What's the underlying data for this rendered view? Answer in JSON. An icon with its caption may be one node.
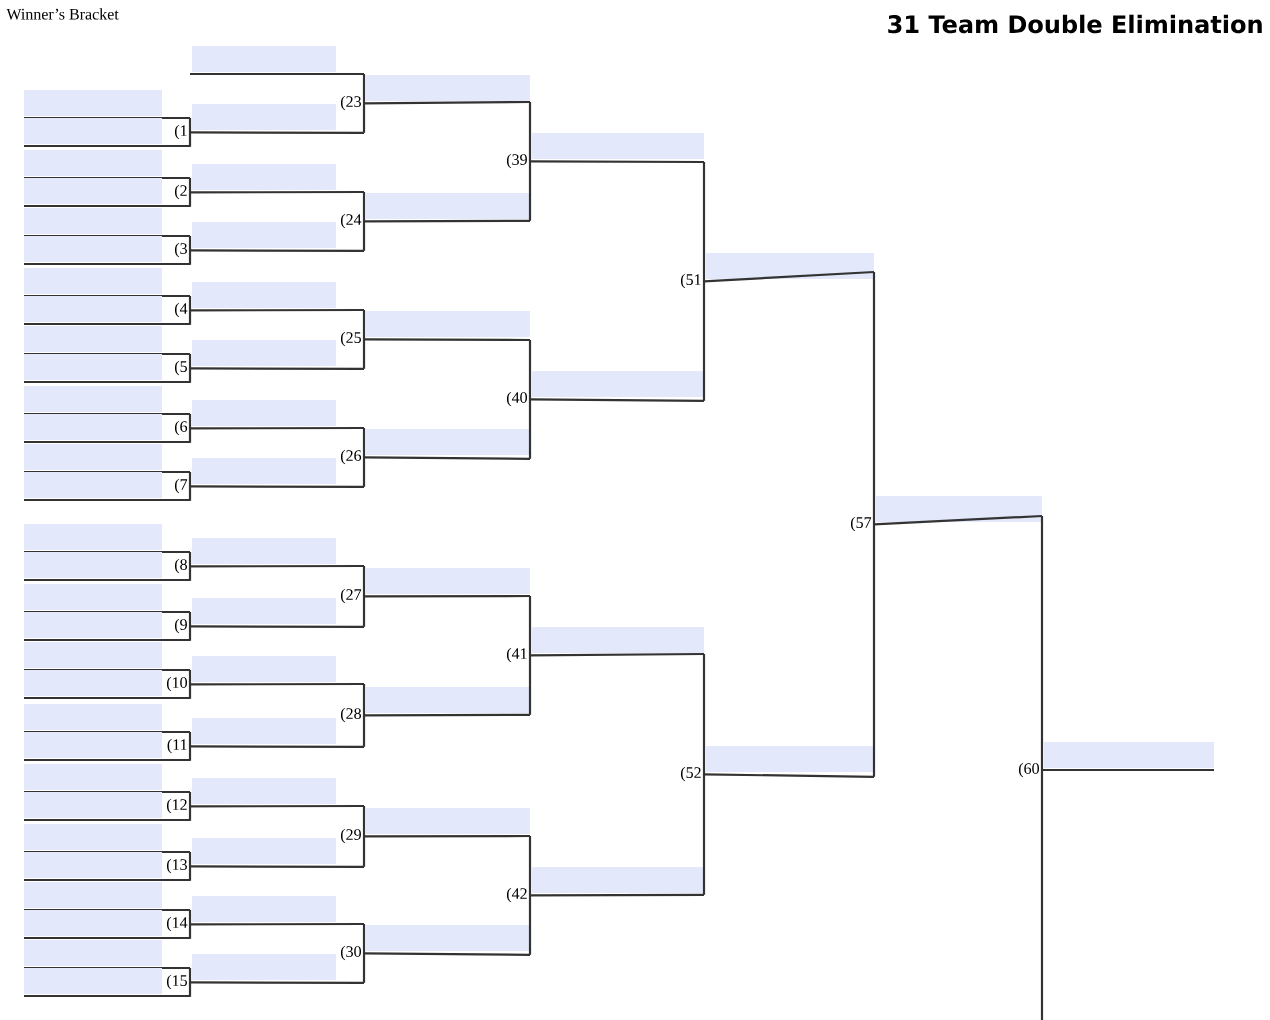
{
  "diagram": {
    "title": "31 Team Double Elimination",
    "nodes": [
      {
        "text": [
          "(1"
        ]
      },
      {
        "text": [
          "(2"
        ]
      },
      {
        "text": [
          "(3"
        ]
      },
      {
        "text": [
          "(4"
        ]
      },
      {
        "text": [
          "(5"
        ]
      },
      {
        "text": [
          "(6"
        ]
      },
      {
        "text": [
          "(7"
        ]
      },
      {
        "text": [
          "(8"
        ]
      },
      {
        "text": [
          "(9"
        ]
      },
      {
        "text": [
          "(10"
        ]
      },
      {
        "text": [
          "(11"
        ]
      },
      {
        "text": [
          "(12"
        ]
      },
      {
        "text": [
          "(13"
        ]
      },
      {
        "text": [
          "(14"
        ]
      },
      {
        "text": [
          "(15"
        ]
      },
      {
        "text": [
          "(23"
        ]
      },
      {
        "text": [
          "(24"
        ]
      },
      {
        "text": [
          "(25"
        ]
      },
      {
        "text": [
          "(26"
        ]
      },
      {
        "text": [
          "(27"
        ]
      },
      {
        "text": [
          "(28"
        ]
      },
      {
        "text": [
          "(29"
        ]
      },
      {
        "text": [
          "(30"
        ]
      },
      {
        "text": [
          "(39"
        ]
      },
      {
        "text": [
          "(40"
        ]
      },
      {
        "text": [
          "(41"
        ]
      },
      {
        "text": [
          "(42"
        ]
      },
      {
        "text": [
          "(51"
        ]
      },
      {
        "text": [
          "(52"
        ]
      },
      {
        "text": [
          "(57"
        ]
      },
      {
        "text": [
          "(60"
        ]
      }
    ],
    "edges": [
      {
        "from": 0,
        "to": 15,
        "arrow": "none"
      },
      {
        "from": 1,
        "to": 16,
        "arrow": "none"
      },
      {
        "from": 2,
        "to": 16,
        "arrow": "none"
      },
      {
        "from": 3,
        "to": 17,
        "arrow": "none"
      },
      {
        "from": 4,
        "to": 17,
        "arrow": "none"
      },
      {
        "from": 5,
        "to": 18,
        "arrow": "none"
      },
      {
        "from": 6,
        "to": 18,
        "arrow": "none"
      },
      {
        "from": 7,
        "to": 19,
        "arrow": "none"
      },
      {
        "from": 8,
        "to": 19,
        "arrow": "none"
      },
      {
        "from": 9,
        "to": 20,
        "arrow": "none"
      },
      {
        "from": 10,
        "to": 20,
        "arrow": "none"
      },
      {
        "from": 11,
        "to": 21,
        "arrow": "none"
      },
      {
        "from": 12,
        "to": 21,
        "arrow": "none"
      },
      {
        "from": 13,
        "to": 22,
        "arrow": "none"
      },
      {
        "from": 14,
        "to": 22,
        "arrow": "none"
      },
      {
        "from": 15,
        "to": 23,
        "arrow": "none"
      },
      {
        "from": 16,
        "to": 23,
        "arrow": "none"
      },
      {
        "from": 17,
        "to": 24,
        "arrow": "none"
      },
      {
        "from": 18,
        "to": 24,
        "arrow": "none"
      },
      {
        "from": 19,
        "to": 25,
        "arrow": "none"
      },
      {
        "from": 20,
        "to": 25,
        "arrow": "none"
      },
      {
        "from": 21,
        "to": 26,
        "arrow": "none"
      },
      {
        "from": 22,
        "to": 26,
        "arrow": "none"
      },
      {
        "from": 23,
        "to": 27,
        "arrow": "none"
      },
      {
        "from": 24,
        "to": 27,
        "arrow": "none"
      },
      {
        "from": 25,
        "to": 28,
        "arrow": "none"
      },
      {
        "from": 26,
        "to": 28,
        "arrow": "none"
      },
      {
        "from": 27,
        "to": 29,
        "arrow": "none"
      },
      {
        "from": 28,
        "to": 29,
        "arrow": "none"
      },
      {
        "from": 29,
        "to": 30,
        "arrow": "none"
      }
    ],
    "labels": [
      "Winner’s Bracket"
    ]
  }
}
